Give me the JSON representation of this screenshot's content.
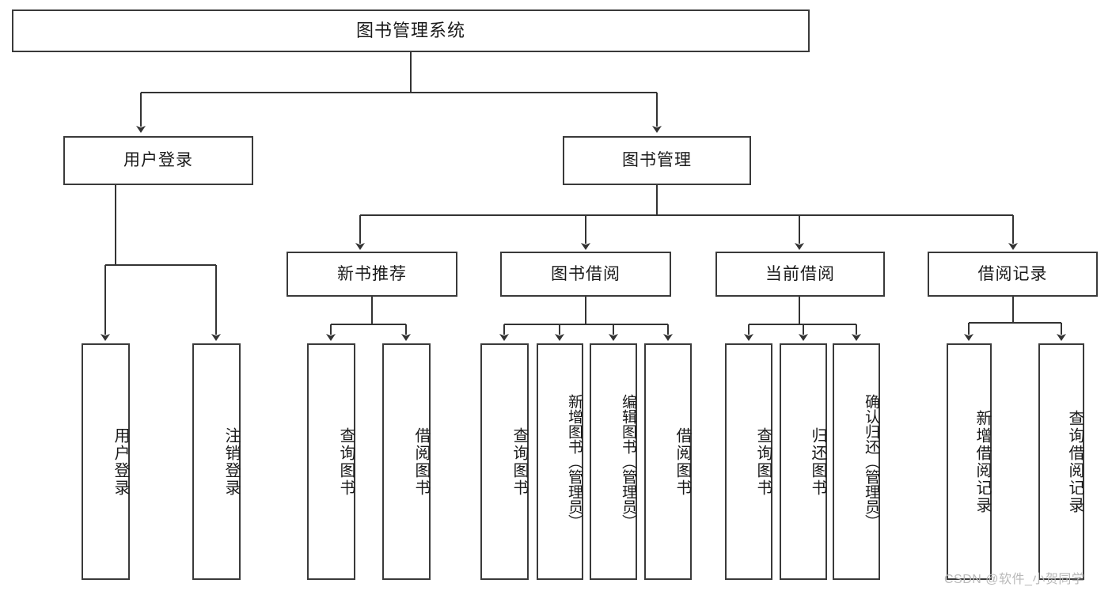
{
  "diagram": {
    "title": "图书管理系统",
    "type": "hierarchy-tree",
    "root": {
      "id": "root",
      "label": "图书管理系统"
    },
    "level2": [
      {
        "id": "login",
        "label": "用户登录"
      },
      {
        "id": "bookmgmt",
        "label": "图书管理"
      }
    ],
    "level3": [
      {
        "id": "newbook",
        "label": "新书推荐",
        "parent": "bookmgmt"
      },
      {
        "id": "borrow",
        "label": "图书借阅",
        "parent": "bookmgmt"
      },
      {
        "id": "current",
        "label": "当前借阅",
        "parent": "bookmgmt"
      },
      {
        "id": "record",
        "label": "借阅记录",
        "parent": "bookmgmt"
      }
    ],
    "leaves": [
      {
        "id": "leaf-user-login",
        "label": "用户登录",
        "parent": "login"
      },
      {
        "id": "leaf-user-logout",
        "label": "注销登录",
        "parent": "login"
      },
      {
        "id": "leaf-newbook-query",
        "label": "查询图书",
        "parent": "newbook"
      },
      {
        "id": "leaf-newbook-borrow",
        "label": "借阅图书",
        "parent": "newbook"
      },
      {
        "id": "leaf-borrow-query",
        "label": "查询图书",
        "parent": "borrow"
      },
      {
        "id": "leaf-borrow-add",
        "label": "新增图书（管理员）",
        "parent": "borrow"
      },
      {
        "id": "leaf-borrow-edit",
        "label": "编辑图书（管理员）",
        "parent": "borrow"
      },
      {
        "id": "leaf-borrow-lend",
        "label": "借阅图书",
        "parent": "borrow"
      },
      {
        "id": "leaf-current-query",
        "label": "查询图书",
        "parent": "current"
      },
      {
        "id": "leaf-current-return",
        "label": "归还图书",
        "parent": "current"
      },
      {
        "id": "leaf-current-confirm",
        "label": "确认归还（管理员）",
        "parent": "current"
      },
      {
        "id": "leaf-record-add",
        "label": "新增借阅记录",
        "parent": "record"
      },
      {
        "id": "leaf-record-query",
        "label": "查询借阅记录",
        "parent": "record"
      }
    ]
  },
  "watermark": {
    "text": "CSDN @软件_小贺同学"
  },
  "colors": {
    "border": "#3a3a3a",
    "text": "#1a1a1a",
    "background": "#ffffff",
    "connector": "#333333",
    "watermark": "#b9b9b9"
  }
}
